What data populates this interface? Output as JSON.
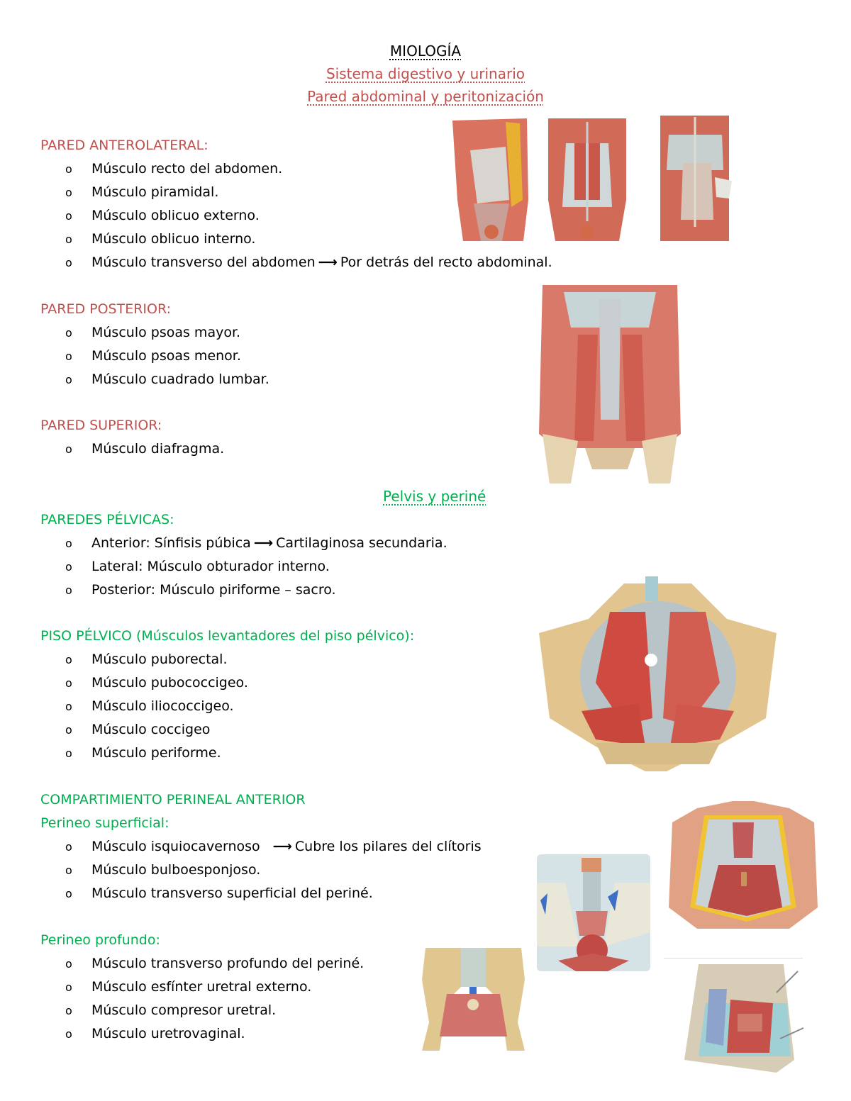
{
  "header": {
    "title": "MIOLOGÍA",
    "subtitle1": "Sistema digestivo y urinario",
    "subtitle2": "Pared abdominal y peritonización"
  },
  "colors": {
    "red_heading": "#c0504d",
    "green_heading": "#00b050",
    "body_text": "#000000"
  },
  "sections": {
    "anterolateral": {
      "heading": "PARED ANTEROLATERAL:",
      "items": [
        "Músculo recto del abdomen.",
        "Músculo piramidal.",
        "Músculo oblicuo externo.",
        "Músculo oblicuo interno.",
        "Músculo transverso del abdomen"
      ],
      "item5_note": "Por detrás del recto abdominal."
    },
    "posterior": {
      "heading": "PARED POSTERIOR:",
      "items": [
        "Músculo psoas mayor.",
        "Músculo psoas menor.",
        "Músculo cuadrado lumbar."
      ]
    },
    "superior": {
      "heading": "PARED SUPERIOR:",
      "items": [
        "Músculo diafragma."
      ]
    },
    "pelvis_title": "Pelvis y periné",
    "paredes_pelvicas": {
      "heading": "PAREDES PÉLVICAS:",
      "item1": "Anterior: Sínfisis púbica",
      "item1_note": "Cartilaginosa secundaria.",
      "items": [
        "Lateral: Músculo obturador interno.",
        "Posterior: Músculo piriforme – sacro."
      ]
    },
    "piso_pelvico": {
      "heading": "PISO PÉLVICO (Músculos levantadores del piso pélvico):",
      "items": [
        "Músculo puborectal.",
        "Músculo pubococcigeo.",
        "Músculo iliococcigeo.",
        "Músculo coccigeo",
        "Músculo periforme."
      ]
    },
    "compartimiento": {
      "heading": "COMPARTIMIENTO PERINEAL ANTERIOR",
      "superficial_heading": "Perineo superficial:",
      "superficial_item1": "Músculo isquiocavernoso",
      "superficial_item1_note": "Cubre los pilares del clítoris",
      "superficial_items": [
        "Músculo bulboesponjoso.",
        "Músculo transverso superficial del periné."
      ],
      "profundo_heading": "Perineo profundo:",
      "profundo_items": [
        "Músculo transverso profundo del periné.",
        "Músculo esfínter uretral externo.",
        "Músculo compresor uretral.",
        "Músculo uretrovaginal."
      ]
    }
  },
  "glyphs": {
    "bullet": "o",
    "arrow": "⟶"
  }
}
